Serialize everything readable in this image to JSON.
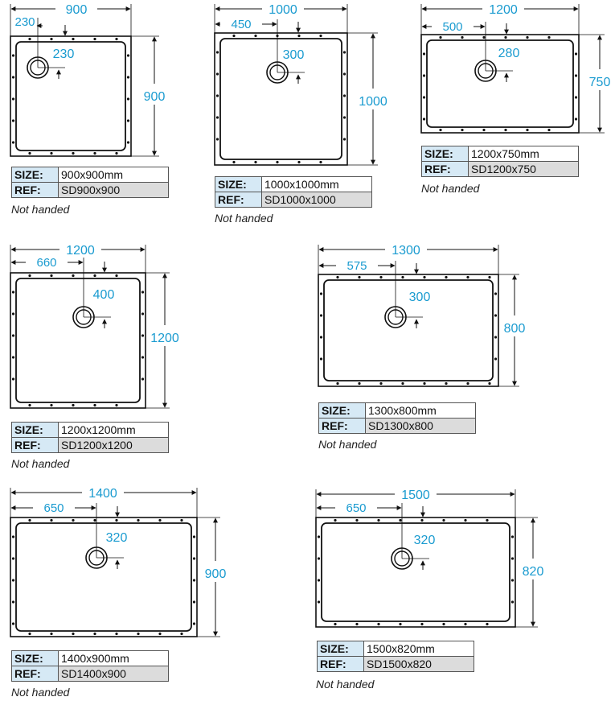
{
  "labels": {
    "size": "SIZE:",
    "ref": "REF:"
  },
  "trays": [
    {
      "id": "sd900x900",
      "size": "900x900mm",
      "ref": "SD900x900",
      "note": "Not handed",
      "width": "900",
      "depth": "900",
      "offset_x": "230",
      "offset_y": "230"
    },
    {
      "id": "sd1000x1000",
      "size": "1000x1000mm",
      "ref": "SD1000x1000",
      "note": "Not handed",
      "width": "1000",
      "depth": "1000",
      "offset_x": "450",
      "offset_y": "300"
    },
    {
      "id": "sd1200x750",
      "size": "1200x750mm",
      "ref": "SD1200x750",
      "note": "Not handed",
      "width": "1200",
      "depth": "750",
      "offset_x": "500",
      "offset_y": "280"
    },
    {
      "id": "sd1200x1200",
      "size": "1200x1200mm",
      "ref": "SD1200x1200",
      "note": "Not handed",
      "width": "1200",
      "depth": "1200",
      "offset_x": "660",
      "offset_y": "400"
    },
    {
      "id": "sd1300x800",
      "size": "1300x800mm",
      "ref": "SD1300x800",
      "note": "Not handed",
      "width": "1300",
      "depth": "800",
      "offset_x": "575",
      "offset_y": "300"
    },
    {
      "id": "sd1400x900",
      "size": "1400x900mm",
      "ref": "SD1400x900",
      "note": "Not handed",
      "width": "1400",
      "depth": "900",
      "offset_x": "650",
      "offset_y": "320"
    },
    {
      "id": "sd1500x820",
      "size": "1500x820mm",
      "ref": "SD1500x820",
      "note": "Not handed",
      "width": "1500",
      "depth": "820",
      "offset_x": "650",
      "offset_y": "320"
    }
  ]
}
